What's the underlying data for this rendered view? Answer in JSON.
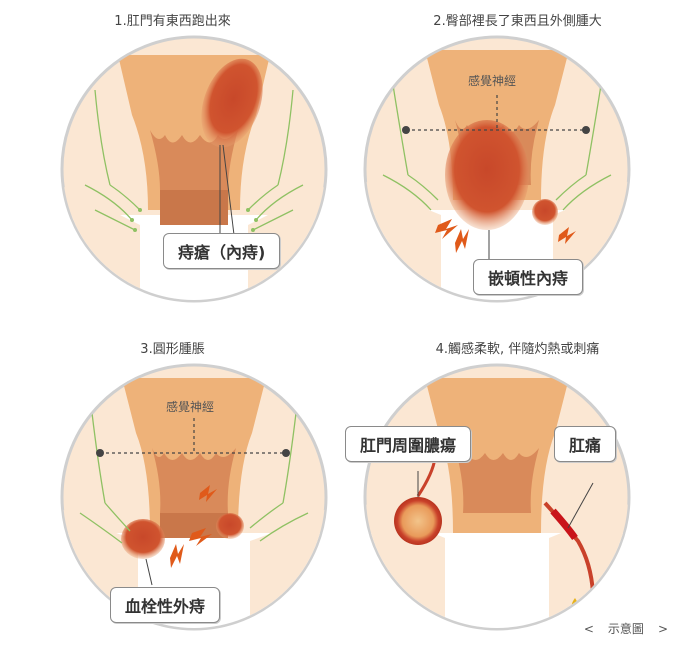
{
  "panels": [
    {
      "title": "1.肛門有東西跑出來",
      "label": "痔瘡（內痔)"
    },
    {
      "title": "2.臀部裡長了東西且外側腫大",
      "nerve": "感覺神經",
      "label": "嵌頓性內痔"
    },
    {
      "title": "3.圓形腫脹",
      "nerve": "感覺神經",
      "label": "血栓性外痔"
    },
    {
      "title": "4.觸感柔軟, 伴隨灼熱或刺痛",
      "label_left": "肛門周圍膿瘍",
      "label_right": "肛痛"
    }
  ],
  "footer": {
    "prev": "<",
    "caption": "示意圖",
    "next": ">"
  }
}
